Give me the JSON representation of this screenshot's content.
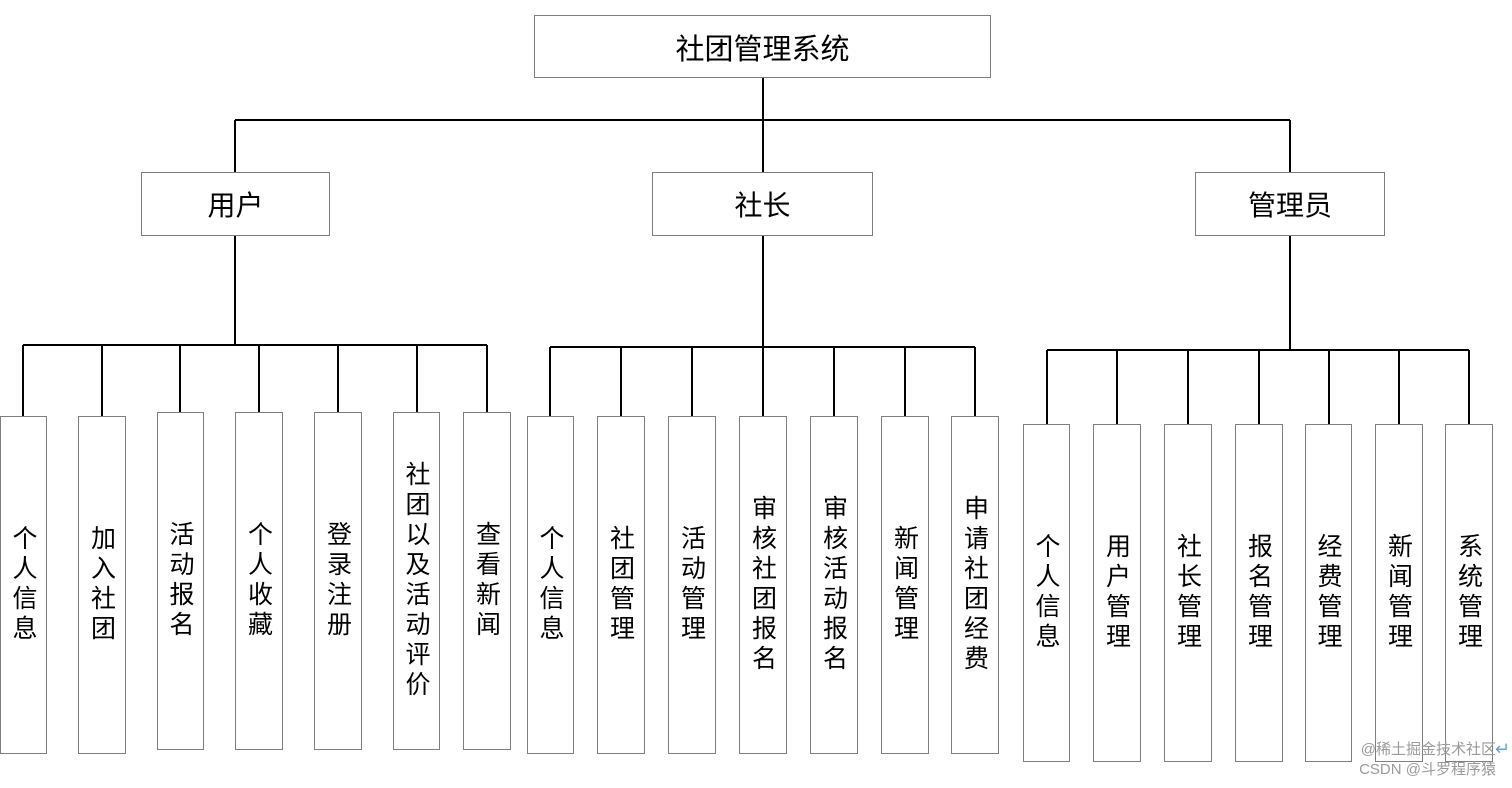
{
  "root": {
    "label": "社团管理系统"
  },
  "roles": [
    {
      "label": "用户",
      "children": [
        "个人信息",
        "加入社团",
        "活动报名",
        "个人收藏",
        "登录注册",
        "社团以及活动评价",
        "查看新闻"
      ]
    },
    {
      "label": "社长",
      "children": [
        "个人信息",
        "社团管理",
        "活动管理",
        "审核社团报名",
        "审核活动报名",
        "新闻管理",
        "申请社团经费"
      ]
    },
    {
      "label": "管理员",
      "children": [
        "个人信息",
        "用户管理",
        "社长管理",
        "报名管理",
        "经费管理",
        "新闻管理",
        "系统管理"
      ]
    }
  ],
  "watermark": {
    "line1": "@稀土掘金技术社区",
    "line2": "CSDN @斗罗程序猿"
  }
}
